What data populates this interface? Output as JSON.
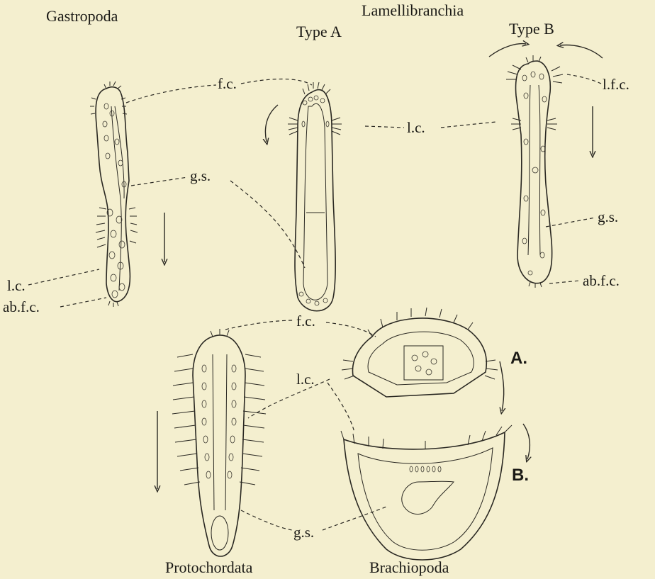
{
  "headings": {
    "gastropoda": "Gastropoda",
    "lamellibranchia": "Lamellibranchia",
    "type_a": "Type A",
    "type_b": "Type B",
    "protochordata": "Protochordata",
    "brachiopoda": "Brachiopoda"
  },
  "labels": {
    "fc_top": "f.c.",
    "lfc": "l.f.c.",
    "lc_top": "l.c.",
    "gs_top": "g.s.",
    "gs_right": "g.s.",
    "lc_left": "l.c.",
    "abfc_left": "ab.f.c.",
    "abfc_right": "ab.f.c.",
    "fc_mid": "f.c.",
    "lc_mid": "l.c.",
    "gs_bottom": "g.s.",
    "A": "A.",
    "B": "B."
  }
}
